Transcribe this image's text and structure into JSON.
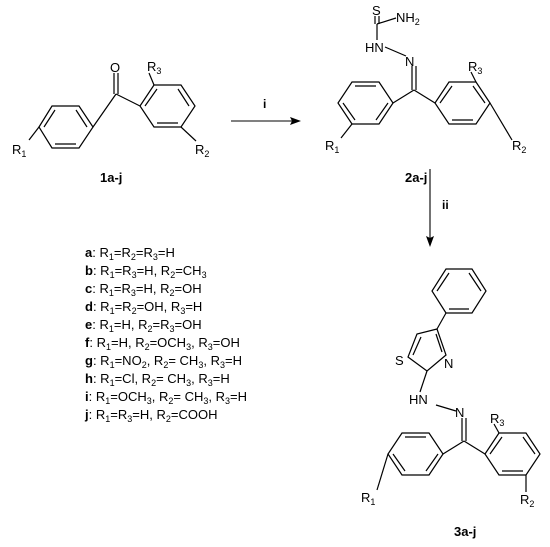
{
  "compounds": {
    "c1": "1a-j",
    "c2": "2a-j",
    "c3": "3a-j"
  },
  "steps": {
    "i": "i",
    "ii": "ii"
  },
  "atoms": {
    "o": "O",
    "s": "S",
    "n": "N",
    "hn": "HN",
    "nh2": "NH",
    "nh2_sub": "2",
    "r": "R",
    "sub1": "1",
    "sub2": "2",
    "sub3": "3",
    "h": "H"
  },
  "legend": [
    {
      "key": "a",
      "text": ": R1=R2=R3=H"
    },
    {
      "key": "b",
      "text": ": R1=R3=H, R2=CH3"
    },
    {
      "key": "c",
      "text": ": R1=R3=H, R2=OH"
    },
    {
      "key": "d",
      "text": ": R1=R2=OH, R3=H"
    },
    {
      "key": "e",
      "text": ": R1=H, R2=R3=OH"
    },
    {
      "key": "f",
      "text": ": R1=H, R2=OCH3, R3=OH"
    },
    {
      "key": "g",
      "text": ": R1=NO2, R2= CH3, R3=H"
    },
    {
      "key": "h",
      "text": ": R1=Cl, R2= CH3, R3=H"
    },
    {
      "key": "i",
      "text": ": R1=OCH3, R2= CH3, R3=H"
    },
    {
      "key": "j",
      "text": ": R1=R3=H, R2=COOH"
    }
  ]
}
